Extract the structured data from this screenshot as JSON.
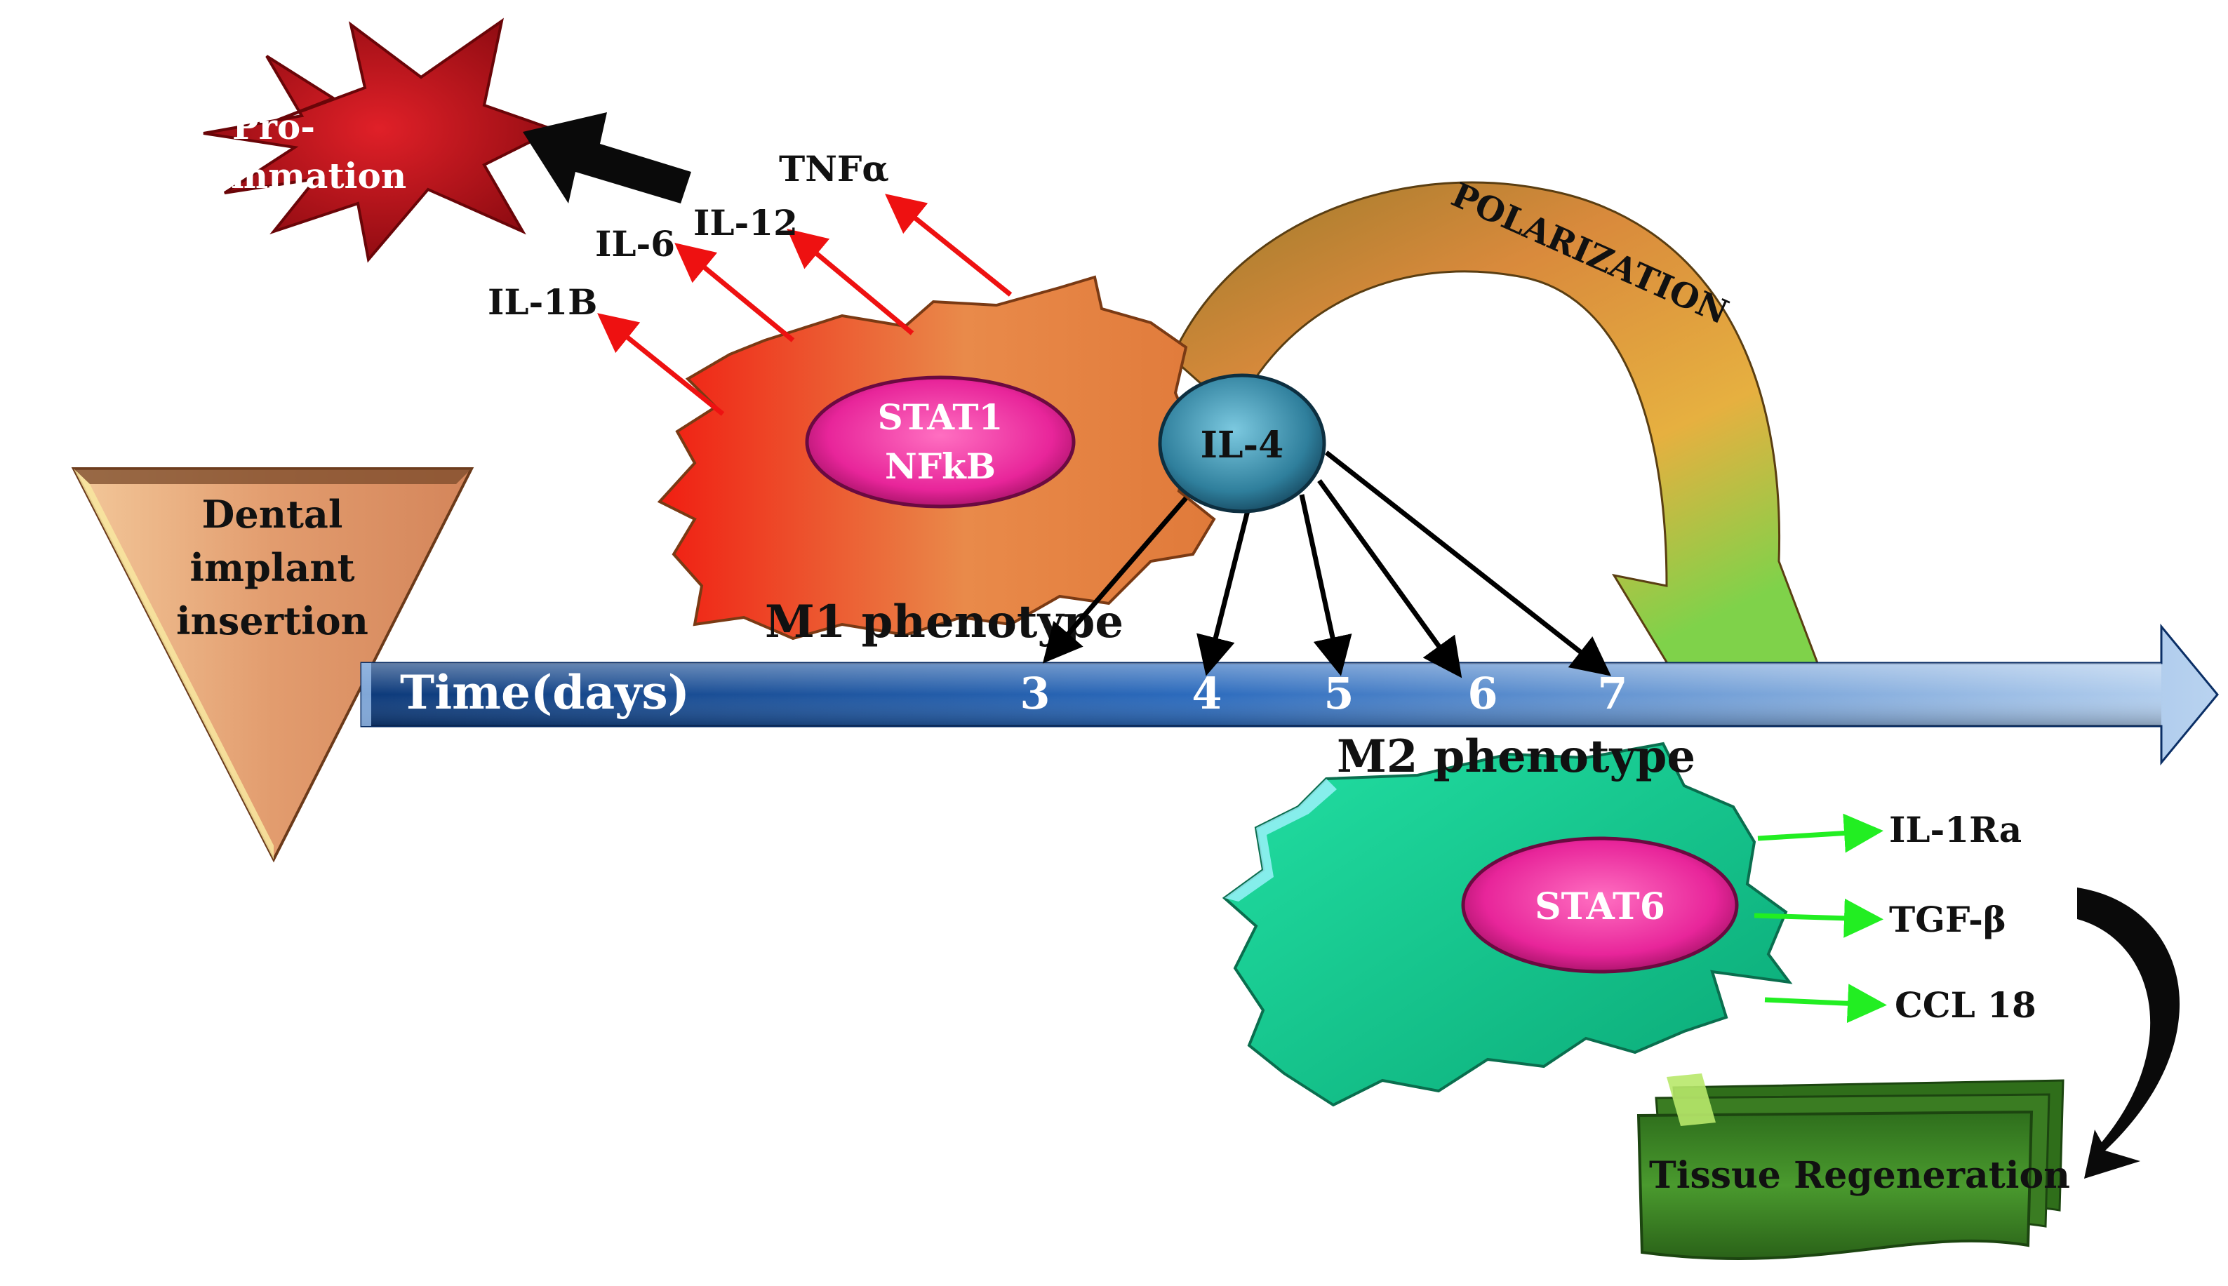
{
  "starburst": {
    "line1": "Pro-",
    "line2": "Inflammation"
  },
  "triangle": {
    "line1": "Dental",
    "line2": "implant",
    "line3": "insertion"
  },
  "m1": {
    "nucleus_line1": "STAT1",
    "nucleus_line2": "NFkB",
    "label": "M1 phenotype"
  },
  "m1_cytokines": [
    "IL-1B",
    "IL-6",
    "IL-12",
    "TNFα"
  ],
  "il4": {
    "label": "IL-4"
  },
  "polarization": {
    "label": "POLARIZATION"
  },
  "timeline": {
    "label": "Time(days)",
    "days": [
      "3",
      "4",
      "5",
      "6",
      "7"
    ]
  },
  "m2": {
    "nucleus": "STAT6",
    "label": "M2 phenotype"
  },
  "m2_cytokines": [
    "IL-1Ra",
    "TGF-β",
    "CCL 18"
  ],
  "outcome": {
    "label": "Tissue Regeneration"
  },
  "colors": {
    "starburst": "#c0141c",
    "m1_left": "#f01e12",
    "m1_right": "#e98a4a",
    "m2_cell": "#12c98f",
    "nucleus": "#ea2f92",
    "il4": "#3e8faa",
    "timeline": "#1f5aa6",
    "tissue": "#3f8a26",
    "red_arrow": "#ee1111",
    "green_arrow": "#22ee22"
  }
}
